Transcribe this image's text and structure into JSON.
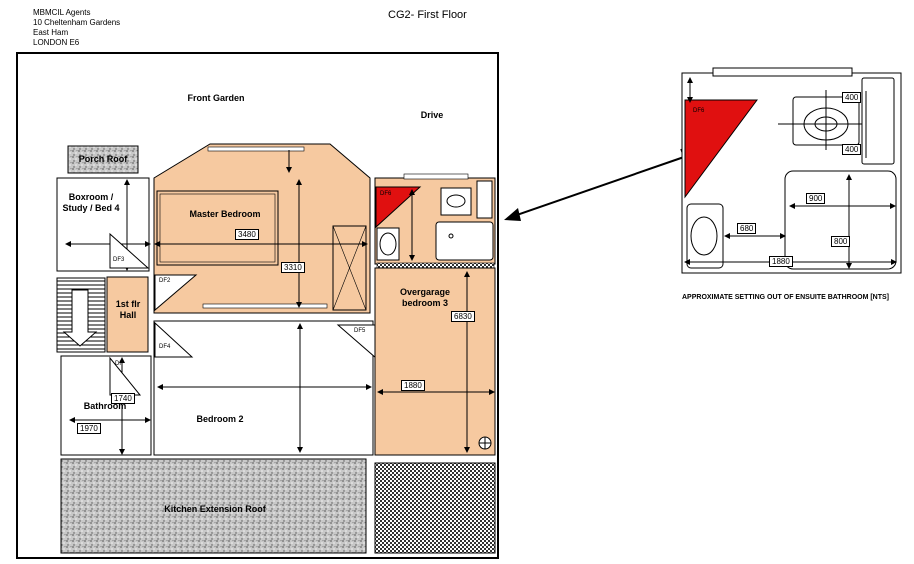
{
  "header": {
    "address_lines": [
      "MBMCIL Agents",
      "10 Cheltenham Gardens",
      "East Ham",
      "LONDON E6"
    ],
    "title": "CG2- First Floor"
  },
  "rooms": {
    "front_garden": "Front Garden",
    "drive": "Drive",
    "porch_roof": "Porch Roof",
    "boxroom": "Boxroom / Study / Bed 4",
    "master_bedroom": "Master Bedroom",
    "overgarage_bedroom": "Overgarage bedroom 3",
    "hall": "1st flr Hall",
    "bathroom": "Bathroom",
    "bedroom2": "Bedroom 2",
    "kitchen_roof": "Kitchen Extension Roof"
  },
  "tags": {
    "df3": "DF3",
    "df2": "DF2",
    "df4": "DF4",
    "df5": "DF5",
    "df_bath": "DF",
    "df6": "DF6",
    "df6_detail": "DF6"
  },
  "dimensions": {
    "master_width": "3480",
    "master_depth": "3310",
    "over_depth": "6830",
    "over_width": "1880",
    "bath_depth": "1740",
    "bath_width": "1970"
  },
  "detail": {
    "d400a": "400",
    "d400b": "400",
    "d900": "900",
    "d680": "680",
    "d800": "800",
    "d1880": "1880",
    "caption": "APPROXIMATE SETTING OUT OF ENSUITE BATHROOM [NTS]"
  },
  "colors": {
    "room_fill": "#f6c9a0",
    "df_red": "#e01010",
    "roof_gray": "#b0b0b0"
  }
}
